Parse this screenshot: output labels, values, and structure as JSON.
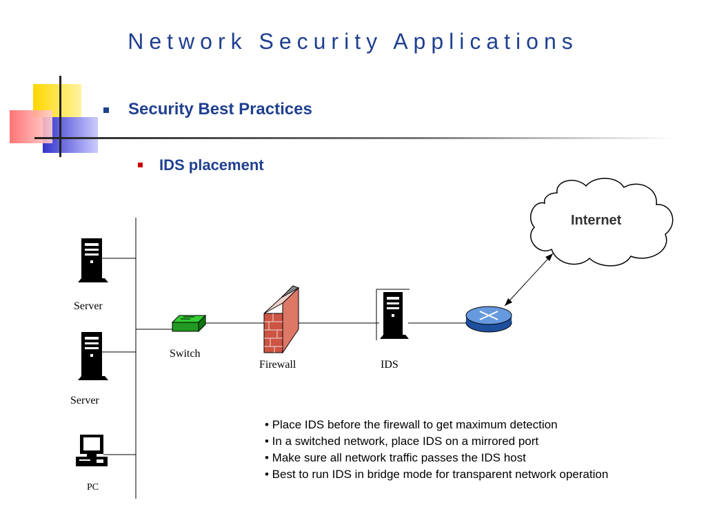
{
  "slide": {
    "title": "Network Security Applications",
    "heading": "Security Best Practices",
    "subheading": "IDS placement"
  },
  "diagram": {
    "nodes": {
      "server1": "Server",
      "server2": "Server",
      "pc": "PC",
      "switch": "Switch",
      "firewall": "Firewall",
      "ids": "IDS",
      "internet": "Internet"
    },
    "edges": [
      [
        "server1",
        "bus"
      ],
      [
        "server2",
        "bus"
      ],
      [
        "pc",
        "bus"
      ],
      [
        "bus",
        "switch"
      ],
      [
        "switch",
        "firewall"
      ],
      [
        "firewall",
        "ids"
      ],
      [
        "ids",
        "router"
      ],
      [
        "router",
        "internet"
      ]
    ]
  },
  "notes": [
    "• Place IDS before the firewall to get maximum detection",
    "• In a switched network, place IDS on a mirrored port",
    "• Make sure all network traffic passes the IDS host",
    "• Best to run IDS in bridge mode for transparent network operation"
  ],
  "colors": {
    "title": "#1f3f8f",
    "bullet_primary": "#1f3f8f",
    "bullet_secondary": "#cc0000",
    "switch": "#22aa22",
    "router": "#3366cc",
    "firewall_brick": "#cc5544"
  }
}
